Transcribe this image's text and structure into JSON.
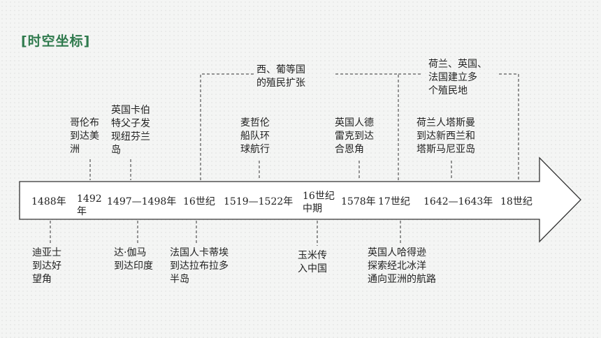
{
  "page_title": "[时空坐标]",
  "axis_labels": [
    "1488年",
    "1492",
    "年",
    "1497—1498年",
    "16世纪",
    "1519—1522年",
    "16世纪",
    "中期",
    "1578年",
    "17世纪",
    "1642—1643年",
    "18世纪"
  ],
  "above_events": [
    [
      "哥伦布",
      "到达美",
      "洲"
    ],
    [
      "英国卡伯",
      "特父子发",
      "现纽芬兰",
      "岛"
    ],
    [
      "麦哲伦",
      "船队环",
      "球航行"
    ],
    [
      "英国人德",
      "雷克到达",
      "合恩角"
    ],
    [
      "荷兰人塔斯曼",
      "到达新西兰和",
      "塔斯马尼亚岛"
    ]
  ],
  "period_labels": [
    [
      "西、葡等国",
      "的殖民扩张"
    ],
    [
      "荷兰、英国、",
      "法国建立多",
      "个殖民地"
    ]
  ],
  "below_events": [
    [
      "迪亚士",
      "到达好",
      "望角"
    ],
    [
      "达·伽马",
      "到达印度"
    ],
    [
      "法国人卡蒂埃",
      "到达拉布拉多",
      "半岛"
    ],
    [
      "玉米传",
      "入中国"
    ],
    [
      "英国人哈得逊",
      "探索经北冰洋",
      "通向亚洲的航路"
    ]
  ],
  "colors": {
    "title": "#2f7a4d",
    "line": "#333333",
    "text": "#222222"
  }
}
